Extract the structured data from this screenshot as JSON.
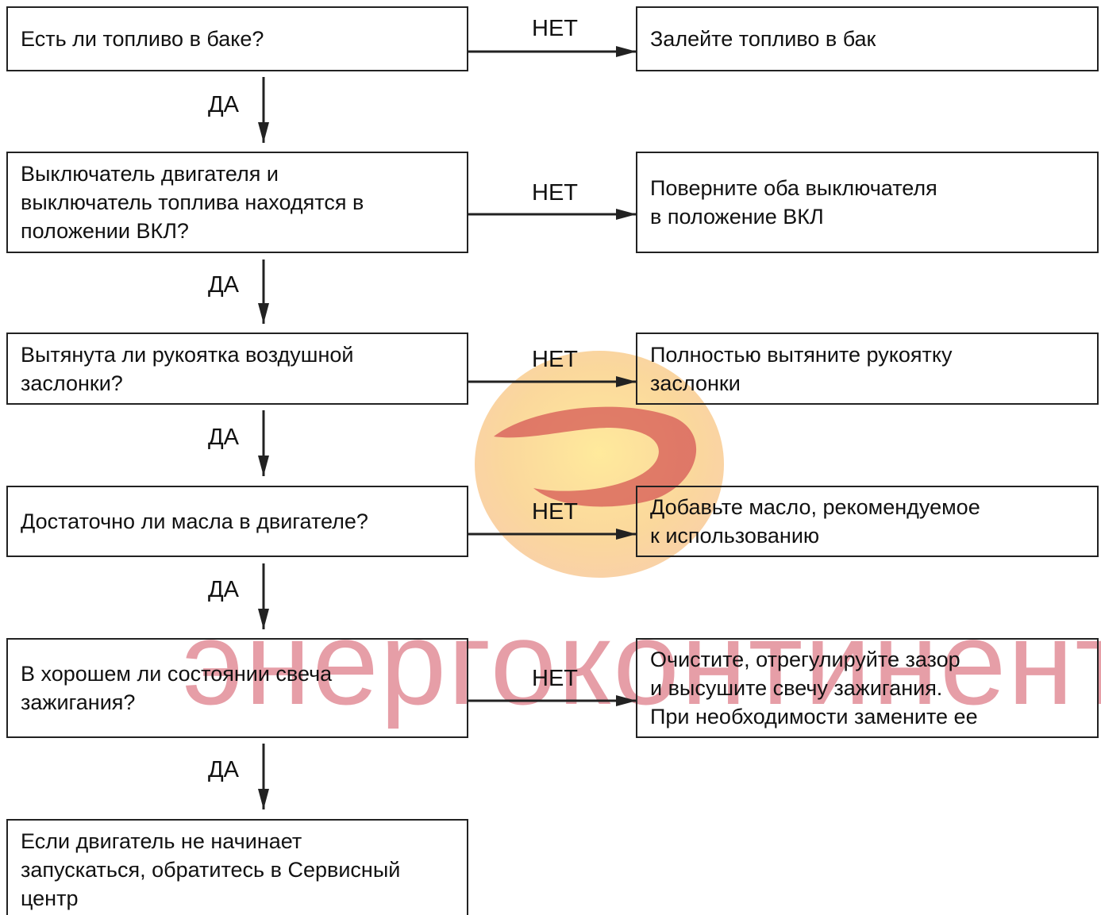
{
  "flowchart": {
    "questions": [
      {
        "lines": [
          "Есть ли топливо в баке?"
        ]
      },
      {
        "lines": [
          "Выключатель двигателя и",
          "выключатель топлива находятся в",
          "положении ВКЛ?"
        ]
      },
      {
        "lines": [
          "Вытянута ли рукоятка воздушной",
          "заслонки?"
        ]
      },
      {
        "lines": [
          "Достаточно ли масла в двигателе?"
        ]
      },
      {
        "lines": [
          "В хорошем ли состоянии свеча",
          "зажигания?"
        ]
      }
    ],
    "actions": [
      {
        "lines": [
          "Залейте топливо в бак"
        ]
      },
      {
        "lines": [
          "Поверните оба выключателя",
          "в положение ВКЛ"
        ]
      },
      {
        "lines": [
          "Полностью вытяните рукоятку",
          "заслонки"
        ]
      },
      {
        "lines": [
          "Добавьте масло, рекомендуемое",
          "к использованию"
        ]
      },
      {
        "lines": [
          "Очистите, отрегулируйте зазор",
          "и высушите свечу зажигания.",
          "При необходимости замените ее"
        ]
      }
    ],
    "final": {
      "lines": [
        "Если двигатель не начинает",
        "запускаться, обратитесь в Сервисный",
        "центр"
      ]
    },
    "yes_label": "ДА",
    "no_label": "НЕТ"
  },
  "watermark": {
    "text": "энергоконтинент",
    "colors": {
      "red": "#c8283c",
      "yellow": "#ffd94a",
      "orange": "#f5a030"
    }
  },
  "colors": {
    "line": "#222222",
    "text": "#111111",
    "background": "#ffffff"
  }
}
